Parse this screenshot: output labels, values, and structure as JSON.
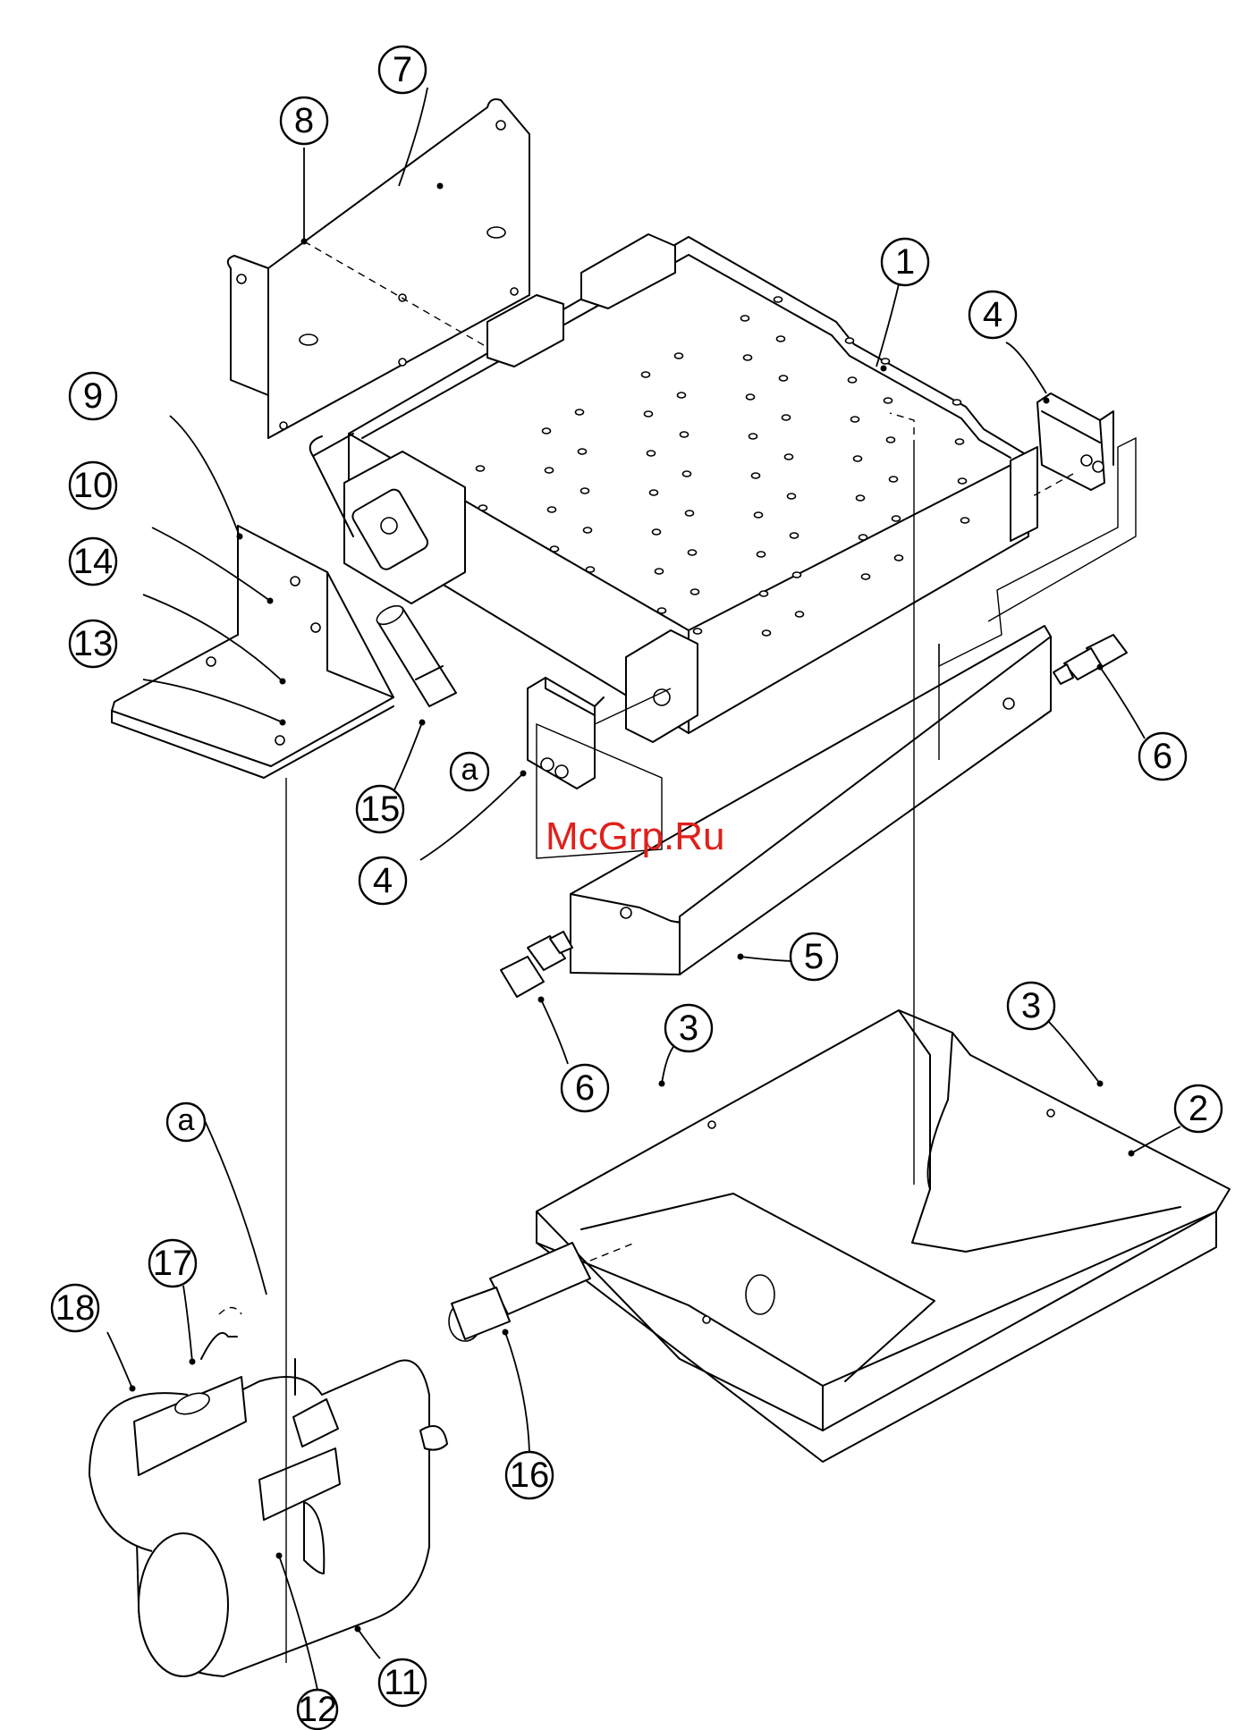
{
  "watermark": "McGrp.Ru",
  "colors": {
    "line": "#000000",
    "background": "#ffffff",
    "watermark": "#e0201b"
  },
  "callouts": [
    {
      "id": "c1",
      "label": "1"
    },
    {
      "id": "c2",
      "label": "2"
    },
    {
      "id": "c3a",
      "label": "3"
    },
    {
      "id": "c3b",
      "label": "3"
    },
    {
      "id": "c4a",
      "label": "4"
    },
    {
      "id": "c4b",
      "label": "4"
    },
    {
      "id": "c5",
      "label": "5"
    },
    {
      "id": "c6a",
      "label": "6"
    },
    {
      "id": "c6b",
      "label": "6"
    },
    {
      "id": "c7",
      "label": "7"
    },
    {
      "id": "c8",
      "label": "8"
    },
    {
      "id": "c9",
      "label": "9"
    },
    {
      "id": "c10",
      "label": "10"
    },
    {
      "id": "c11",
      "label": "11"
    },
    {
      "id": "c12",
      "label": "12"
    },
    {
      "id": "c13",
      "label": "13"
    },
    {
      "id": "c14",
      "label": "14"
    },
    {
      "id": "c15",
      "label": "15"
    },
    {
      "id": "c16",
      "label": "16"
    },
    {
      "id": "c17",
      "label": "17"
    },
    {
      "id": "c18",
      "label": "18"
    }
  ],
  "references": [
    {
      "id": "ra1",
      "label": "a"
    },
    {
      "id": "ra2",
      "label": "a"
    }
  ]
}
